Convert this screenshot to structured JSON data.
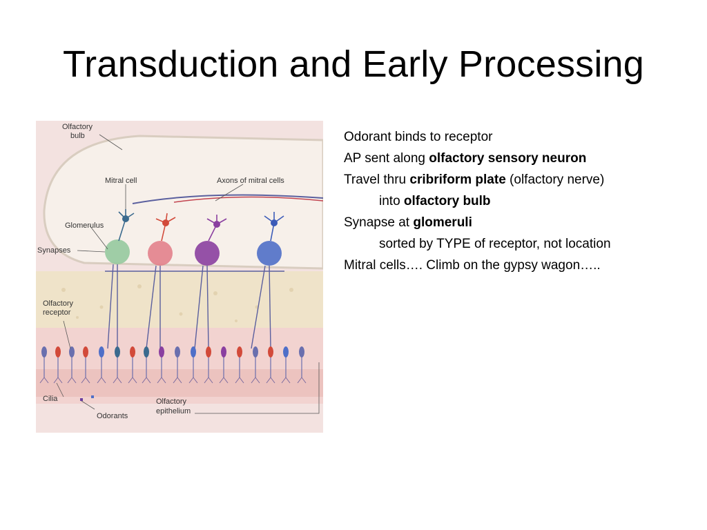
{
  "slide": {
    "title": "Transduction and Early Processing"
  },
  "figure": {
    "labels": {
      "olfactory_bulb_1": "Olfactory",
      "olfactory_bulb_2": "bulb",
      "mitral_cell": "Mitral cell",
      "axons": "Axons of mitral cells",
      "glomerulus": "Glomerulus",
      "synapses": "Synapses",
      "receptor_1": "Olfactory",
      "receptor_2": "receptor",
      "cilia": "Cilia",
      "odorants": "Odorants",
      "epithelium_1": "Olfactory",
      "epithelium_2": "epithelium"
    },
    "colors": {
      "background": "#f3e2e0",
      "bulb": "#f7f0ea",
      "bulb_outline": "#d9cdc0",
      "bone": "#efe3c9",
      "epithelium": "#f2d3d0",
      "green": "#8fc79a",
      "pink": "#e27a86",
      "purple": "#8a3fa0",
      "blue": "#4f6fc8",
      "fiber": "#5a5f9e"
    }
  },
  "bullets": {
    "l1": {
      "text": "Odorant binds to receptor"
    },
    "l2": {
      "pre": "AP sent along ",
      "bold": "olfactory sensory neuron"
    },
    "l3": {
      "pre": "Travel thru ",
      "bold": "cribriform plate",
      "post": " (olfactory nerve)"
    },
    "l4": {
      "pre": "into ",
      "bold": "olfactory bulb"
    },
    "l5": {
      "pre": "Synapse  at ",
      "bold": "glomeruli"
    },
    "l6": {
      "text": "sorted by TYPE of receptor, not location"
    },
    "l7": {
      "text": "Mitral cells…. Climb on the gypsy wagon….."
    }
  }
}
